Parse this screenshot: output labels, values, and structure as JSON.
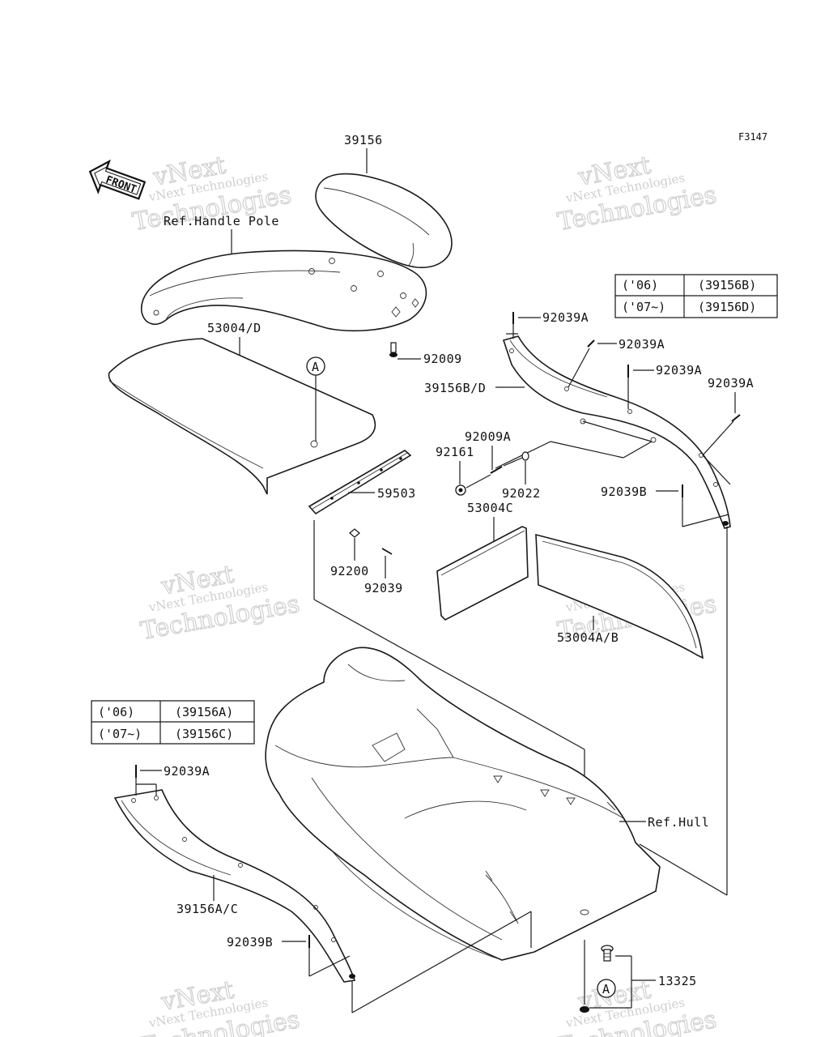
{
  "figure_code": "F3147",
  "front_label": "FRONT",
  "watermark": {
    "line1": "vNext Technologies",
    "line2": "Technologies",
    "outline_word": "vNext"
  },
  "callouts": {
    "p39156": "39156",
    "handle_pole": "Ref.Handle Pole",
    "p53004d": "53004/D",
    "circle_a": "A",
    "p92009": "92009",
    "p59503": "59503",
    "p92200": "92200",
    "p92039": "92039",
    "p92039a_1": "92039A",
    "p92039a_2": "92039A",
    "p92039a_3": "92039A",
    "p92039a_4": "92039A",
    "p39156bd": "39156B/D",
    "p92009a": "92009A",
    "p92161": "92161",
    "p92022": "92022",
    "p92039b_right": "92039B",
    "p53004c": "53004C",
    "p53004ab": "53004A/B",
    "ref_hull": "Ref.Hull",
    "p92039a_left": "92039A",
    "p39156ac": "39156A/C",
    "p92039b_left": "92039B",
    "p13325": "13325",
    "circle_a_bottom": "A"
  },
  "table_right": {
    "rows": [
      {
        "year": "('06)",
        "part": "(39156B)"
      },
      {
        "year": "('07~)",
        "part": "(39156D)"
      }
    ]
  },
  "table_left": {
    "rows": [
      {
        "year": "('06)",
        "part": "(39156A)"
      },
      {
        "year": "('07~)",
        "part": "(39156C)"
      }
    ]
  }
}
